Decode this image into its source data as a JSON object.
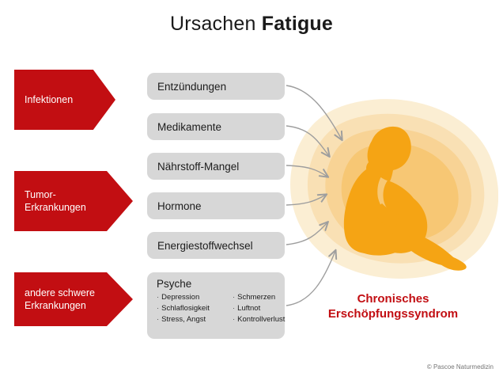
{
  "title": {
    "light": "Ursachen ",
    "bold": "Fatigue"
  },
  "colors": {
    "red": "#c20e12",
    "grey_box": "#d7d7d7",
    "figure_orange": "#f5a414",
    "blob_outer": "#fbeed3",
    "blob_mid": "#f9e0b4",
    "blob_inner": "#f8d395",
    "blob_core": "#f7c774",
    "connector_grey": "#9e9e9e",
    "text_dark": "#1c1c1c"
  },
  "left_arrows": [
    {
      "name": "infektionen",
      "label": "Infektionen"
    },
    {
      "name": "tumor-erkrankungen",
      "label": "Tumor-\nErkrankungen"
    },
    {
      "name": "andere-schwere-erkrankungen",
      "label": "andere schwere\nErkrankungen"
    }
  ],
  "cause_boxes": [
    {
      "name": "entzuendungen",
      "label": "Entzündungen"
    },
    {
      "name": "medikamente",
      "label": "Medikamente"
    },
    {
      "name": "naehrstoff-mangel",
      "label": "Nährstoff-Mangel"
    },
    {
      "name": "hormone",
      "label": "Hormone"
    },
    {
      "name": "energiestoffwechsel",
      "label": "Energiestoffwechsel"
    }
  ],
  "psyche_box": {
    "title": "Psyche",
    "column_left": [
      "Depression",
      "Schlaflosigkeit",
      "Stress, Angst"
    ],
    "column_right": [
      "Schmerzen",
      "Luftnot",
      "Kontrollverlust"
    ]
  },
  "outcome": {
    "label": "Chronisches\nErschöpfungssyndrom"
  },
  "credit": "© Pascoe Naturmedizin"
}
